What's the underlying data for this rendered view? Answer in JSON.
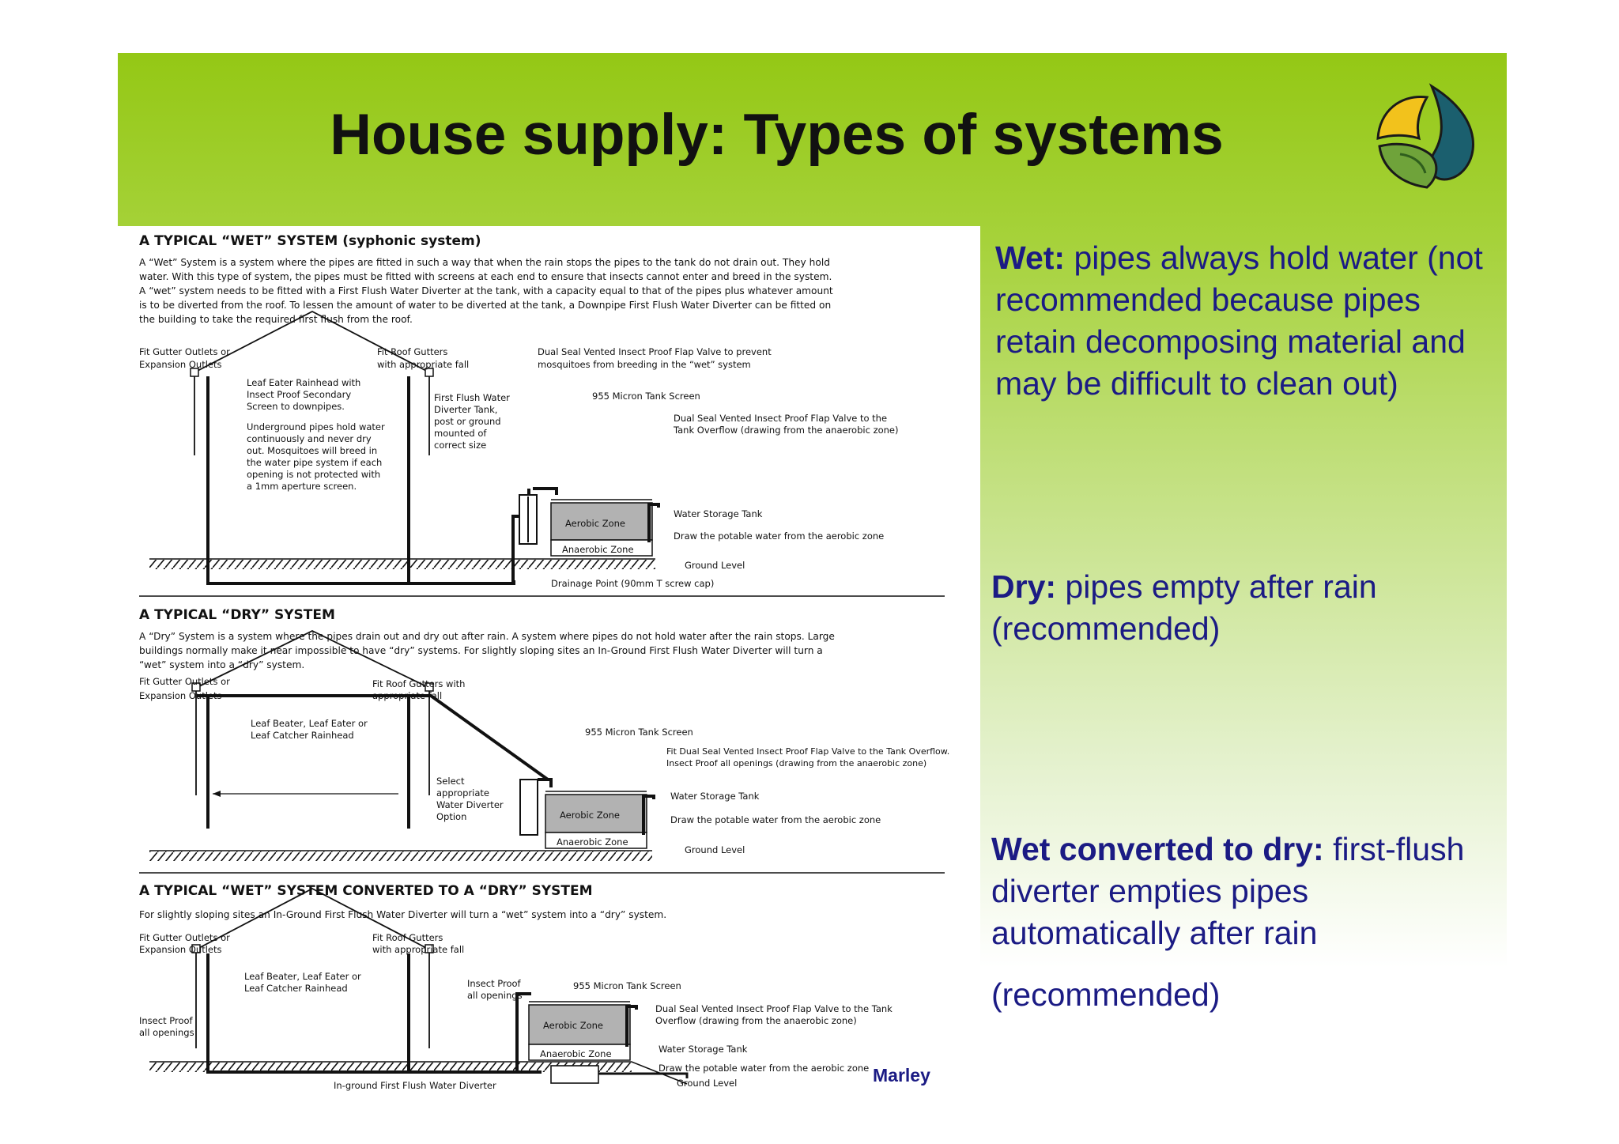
{
  "title": "House supply: Types of systems",
  "notes": {
    "wet": {
      "label": "Wet:",
      "text": " pipes always hold water (not recommended because pipes retain decomposing material and may be difficult to clean out)"
    },
    "dry": {
      "label": "Dry:",
      "text": " pipes empty after rain (recommended)"
    },
    "converted": {
      "label": "Wet converted to dry:",
      "text": " first-flush diverter empties pipes automatically after rain",
      "extra": "(recommended)"
    }
  },
  "credit": "Marley",
  "colors": {
    "accent_green": "#94c815",
    "note_text": "#1b1b84",
    "title_text": "#111111"
  },
  "icons": {
    "logo": "leaf-drop-logo-icon"
  },
  "figure": {
    "wet": {
      "heading": "A TYPICAL “WET” SYSTEM  (syphonic system)",
      "desc": [
        "A “Wet” System is a system where the pipes are fitted in such a way that when the rain stops the pipes to the tank do not drain out. They hold",
        "water. With this type of system, the pipes must be fitted with screens at each end to ensure that insects cannot enter and breed in the system.",
        "A “wet” system needs to be fitted with a First Flush Water Diverter at the tank, with a capacity equal to that of the pipes plus whatever amount",
        "is to be diverted from the roof. To lessen the amount of water to be diverted at the tank, a Downpipe First Flush Water Diverter can be fitted on",
        "the building to take the required first flush from the roof."
      ],
      "labels": {
        "gutter_outlets": [
          "Fit Gutter Outlets or",
          "Expansion Outlets"
        ],
        "roof_gutters": [
          "Fit Roof Gutters",
          "with appropriate fall"
        ],
        "flap_valve": [
          "Dual Seal Vented Insect Proof Flap Valve to prevent",
          "mosquitoes from breeding in the “wet” system"
        ],
        "leaf_eater": [
          "Leaf Eater Rainhead with",
          "Insect Proof Secondary",
          "Screen to downpipes."
        ],
        "underground": [
          "Underground pipes hold water",
          "continuously and never dry",
          "out. Mosquitoes will breed in",
          "the water pipe system if each",
          "opening is not protected with",
          "a 1mm aperture screen."
        ],
        "first_flush": [
          "First Flush Water",
          "Diverter Tank,",
          "post or ground",
          "mounted of",
          "correct size"
        ],
        "micron_screen": "955 Micron Tank Screen",
        "overflow_valve": [
          "Dual Seal Vented Insect Proof Flap Valve to the",
          "Tank Overflow (drawing from the anaerobic zone)"
        ],
        "storage_tank": "Water Storage Tank",
        "draw_water": "Draw the potable water from the aerobic zone",
        "aerobic": "Aerobic Zone",
        "anaerobic": "Anaerobic Zone",
        "ground": "Ground Level",
        "drainage": "Drainage Point (90mm T screw cap)"
      }
    },
    "dry": {
      "heading": "A TYPICAL “DRY” SYSTEM",
      "desc": [
        "A “Dry” System is a system where the pipes drain out and dry out after rain. A system where pipes do not hold water after the rain stops. Large",
        "buildings normally make it near impossible to have “dry” systems. For slightly sloping sites an In-Ground First Flush Water Diverter will turn a",
        "“wet” system into a “dry” system."
      ],
      "labels": {
        "gutter_outlets": [
          "Fit Gutter Outlets or",
          "Expansion Outlets"
        ],
        "roof_gutters": [
          "Fit Roof Gutters with",
          "appropriate fall"
        ],
        "leaf_beater": [
          "Leaf Beater, Leaf Eater or",
          "Leaf Catcher Rainhead"
        ],
        "micron_screen": "955 Micron Tank Screen",
        "overflow": [
          "Fit Dual Seal Vented Insect Proof Flap Valve to the Tank Overflow.",
          "Insect Proof all openings  (drawing from the anaerobic zone)"
        ],
        "select": [
          "Select",
          "appropriate",
          "Water Diverter",
          "Option"
        ],
        "storage_tank": "Water Storage Tank",
        "draw_water": "Draw the potable water from the aerobic zone",
        "aerobic": "Aerobic Zone",
        "anaerobic": "Anaerobic Zone",
        "ground": "Ground Level"
      }
    },
    "converted": {
      "heading": "A TYPICAL “WET” SYSTEM CONVERTED TO A “DRY” SYSTEM",
      "desc": [
        "For slightly sloping sites an In-Ground First Flush Water Diverter will turn a “wet” system into a “dry” system."
      ],
      "labels": {
        "gutter_outlets": [
          "Fit Gutter Outlets or",
          "Expansion Outlets"
        ],
        "roof_gutters": [
          "Fit Roof Gutters",
          "with appropriate fall"
        ],
        "leaf_beater": [
          "Leaf Beater, Leaf Eater or",
          "Leaf Catcher Rainhead"
        ],
        "insect_proof_openings": [
          "Insect Proof",
          "all openings"
        ],
        "insect_proof_left": [
          "Insect Proof",
          "all openings"
        ],
        "micron_screen": "955 Micron Tank Screen",
        "overflow": [
          "Dual Seal Vented Insect Proof Flap Valve to the Tank",
          "Overflow  (drawing from the anaerobic zone)"
        ],
        "storage_tank": "Water Storage Tank",
        "draw_water": "Draw the potable water from the aerobic zone",
        "aerobic": "Aerobic Zone",
        "anaerobic": "Anaerobic Zone",
        "ground": "Ground Level",
        "inground": "In-ground First Flush Water Diverter"
      }
    }
  }
}
